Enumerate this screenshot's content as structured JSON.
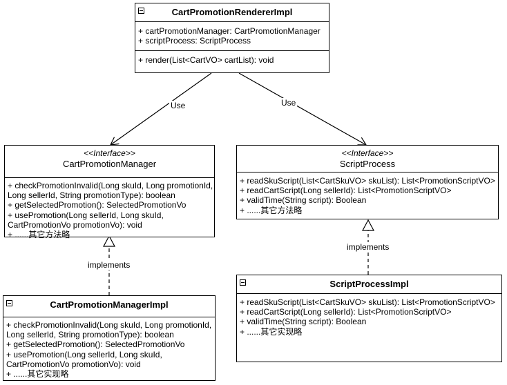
{
  "renderer": {
    "name": "CartPromotionRendererImpl",
    "attributes": [
      "+ cartPromotionManager: CartPromotionManager",
      "+ scriptProcess: ScriptProcess"
    ],
    "operations": [
      "+ render(List<CartVO> cartList): void"
    ]
  },
  "manager": {
    "stereotype": "<<Interface>>",
    "name": "CartPromotionManager",
    "operations": [
      "+ checkPromotionInvalid(Long skuId, Long promotionId,",
      " Long sellerId, String promotionType): boolean",
      "+ getSelectedPromotion(): SelectedPromotionVo",
      "+ usePromotion(Long sellerId, Long skuId,",
      "CartPromotionVo promotionVo): void",
      "+ ......其它方法略"
    ]
  },
  "script": {
    "stereotype": "<<Interface>>",
    "name": "ScriptProcess",
    "operations": [
      "+ readSkuScript(List<CartSkuVO> skuList): List<PromotionScriptVO>",
      "+ readCartScript(Long sellerId): List<PromotionScriptVO>",
      "+ validTime(String script): Boolean",
      "+ ......其它方法略"
    ]
  },
  "managerImpl": {
    "name": "CartPromotionManagerImpl",
    "operations": [
      "+ checkPromotionInvalid(Long skuId, Long promotionId,",
      " Long sellerId, String promotionType): boolean",
      "+ getSelectedPromotion(): SelectedPromotionVo",
      "+ usePromotion(Long sellerId, Long skuId,",
      "CartPromotionVo promotionVo): void",
      "+ ......其它实现略"
    ]
  },
  "scriptImpl": {
    "name": "ScriptProcessImpl",
    "operations": [
      "+ readSkuScript(List<CartSkuVO> skuList): List<PromotionScriptVO>",
      "+ readCartScript(Long sellerId): List<PromotionScriptVO>",
      "+ validTime(String script): Boolean",
      "+ ......其它实现略"
    ]
  },
  "edges": {
    "use_left": "Use",
    "use_right": "Use",
    "implements_left": "implements",
    "implements_right": "implements"
  }
}
